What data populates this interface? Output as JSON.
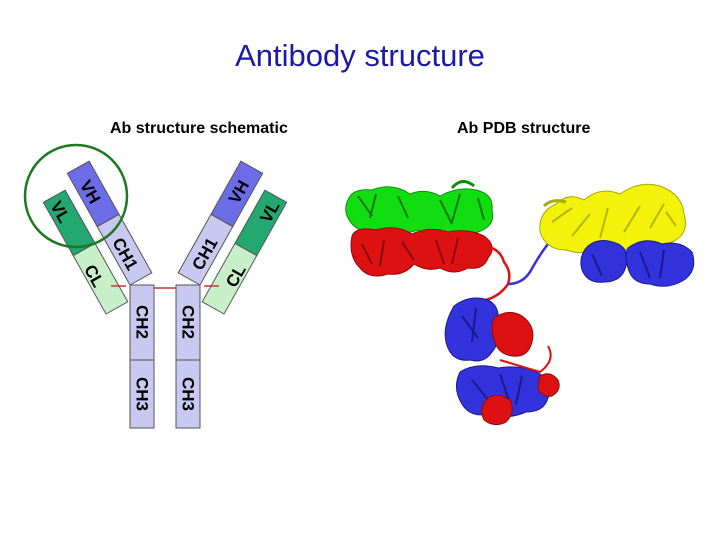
{
  "title": "Antibody structure",
  "subtitles": {
    "schematic": "Ab structure schematic",
    "pdb": "Ab PDB structure"
  },
  "schematic_labels": {
    "left_vh": "VH",
    "left_vl": "VL",
    "left_ch1": "CH1",
    "left_cl": "CL",
    "right_vh": "VH",
    "right_vl": "VL",
    "right_ch1": "CH1",
    "right_cl": "CL",
    "left_ch2": "CH2",
    "left_ch3": "CH3",
    "right_ch2": "CH2",
    "right_ch3": "CH3"
  },
  "colors": {
    "title": "#1a1aa6",
    "heavy_constant": "#c8c8f0",
    "heavy_variable": "#6c6ce6",
    "light_constant": "#c8f0c8",
    "light_variable": "#22a870",
    "highlight_circle": "#1f7a1f",
    "disulfide": "#cc3333",
    "pdb_green": "#11dd11",
    "pdb_red": "#dd1111",
    "pdb_yellow": "#f2f20a",
    "pdb_blue": "#3333dd"
  }
}
